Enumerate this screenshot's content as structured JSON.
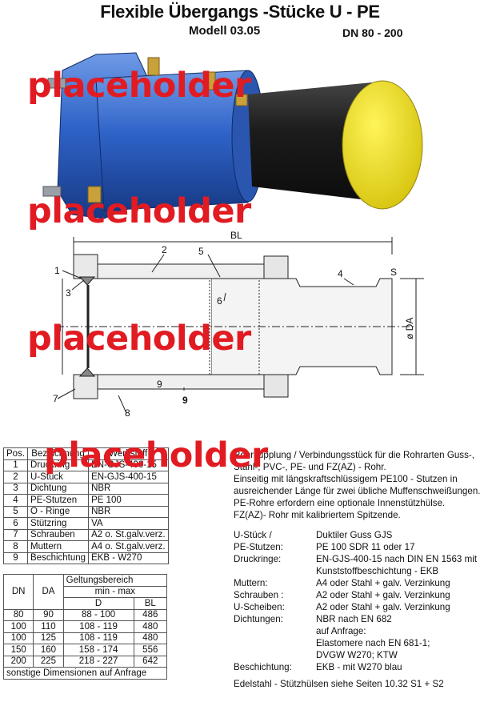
{
  "header": {
    "title": "Flexible Übergangs -Stücke U - PE",
    "modell": "Modell  03.05",
    "dn_range": "DN 80 - 200"
  },
  "watermark": "placeholder",
  "drawing": {
    "labels": [
      "BL",
      "1",
      "2",
      "3",
      "4",
      "5",
      "6",
      "7",
      "8",
      "9",
      "9",
      "S",
      "ø DA",
      "d"
    ]
  },
  "parts_table": {
    "headers": [
      "Pos.",
      "Bezeichnung",
      "Werkstoff"
    ],
    "rows": [
      [
        "1",
        "Druckring",
        "EN-GJS-400-15"
      ],
      [
        "2",
        "U-Stück",
        "EN-GJS-400-15"
      ],
      [
        "3",
        "Dichtung",
        "NBR"
      ],
      [
        "4",
        "PE-Stutzen",
        "PE 100"
      ],
      [
        "5",
        "O - Ringe",
        "NBR"
      ],
      [
        "6",
        "Stützring",
        "VA"
      ],
      [
        "7",
        "Schrauben",
        "A2 o. St.galv.verz."
      ],
      [
        "8",
        "Muttern",
        "A4 o. St.galv.verz."
      ],
      [
        "9",
        "Beschichtung",
        "EKB - W270"
      ]
    ]
  },
  "dims_table": {
    "h_dn": "DN",
    "h_da": "DA",
    "h_range": "Geltungsbereich",
    "h_minmax": "min - max",
    "h_d": "D",
    "h_bl": "BL",
    "rows": [
      [
        "80",
        "90",
        "88 - 100",
        "486"
      ],
      [
        "100",
        "110",
        "108 - 119",
        "480"
      ],
      [
        "100",
        "125",
        "108 - 119",
        "480"
      ],
      [
        "150",
        "160",
        "158 - 174",
        "556"
      ],
      [
        "200",
        "225",
        "218 - 227",
        "642"
      ]
    ],
    "footer": "sonstige Dimensionen auf Anfrage"
  },
  "description": [
    "Rohrkupplung / Verbindungsstück für die Rohrarten Guss-,",
    "Stahl-, PVC-, PE- und FZ(AZ) - Rohr.",
    "Einseitig mit längskraftschlüssigem PE100 - Stutzen in",
    "ausreichender Länge für zwei übliche Muffenschweißungen.",
    "PE-Rohre erfordern eine optionale Innenstützhülse.",
    "FZ(AZ)- Rohr mit kalibriertem Spitzende."
  ],
  "specs": [
    {
      "label": "U-Stück /",
      "value": "Duktiler Guss GJS"
    },
    {
      "label": "PE-Stutzen:",
      "value": "PE 100  SDR 11 oder 17"
    },
    {
      "label": "Druckringe:",
      "value": "EN-GJS-400-15 nach DIN EN 1563 mit"
    },
    {
      "label": "",
      "value": "Kunststoffbeschichtung - EKB"
    },
    {
      "label": "Muttern:",
      "value": "A4 oder Stahl + galv. Verzinkung"
    },
    {
      "label": "Schrauben :",
      "value": "A2 oder Stahl + galv. Verzinkung"
    },
    {
      "label": "U-Scheiben:",
      "value": "A2 oder Stahl + galv. Verzinkung"
    },
    {
      "label": "Dichtungen:",
      "value": "NBR nach EN 682"
    },
    {
      "label": "",
      "value": "auf Anfrage:"
    },
    {
      "label": "",
      "value": "Elastomere nach EN 681-1;"
    },
    {
      "label": "",
      "value": "DVGW W270; KTW"
    },
    {
      "label": "Beschichtung:",
      "value": "EKB - mit W270 blau"
    }
  ],
  "footer_note": "Edelstahl - Stützhülsen siehe Seiten 10.32 S1 + S2",
  "colors": {
    "body_blue": "#2f63c8",
    "pe_black": "#1c1c1c",
    "cap_yellow": "#f3e41c",
    "watermark_red": "#e11b22"
  }
}
